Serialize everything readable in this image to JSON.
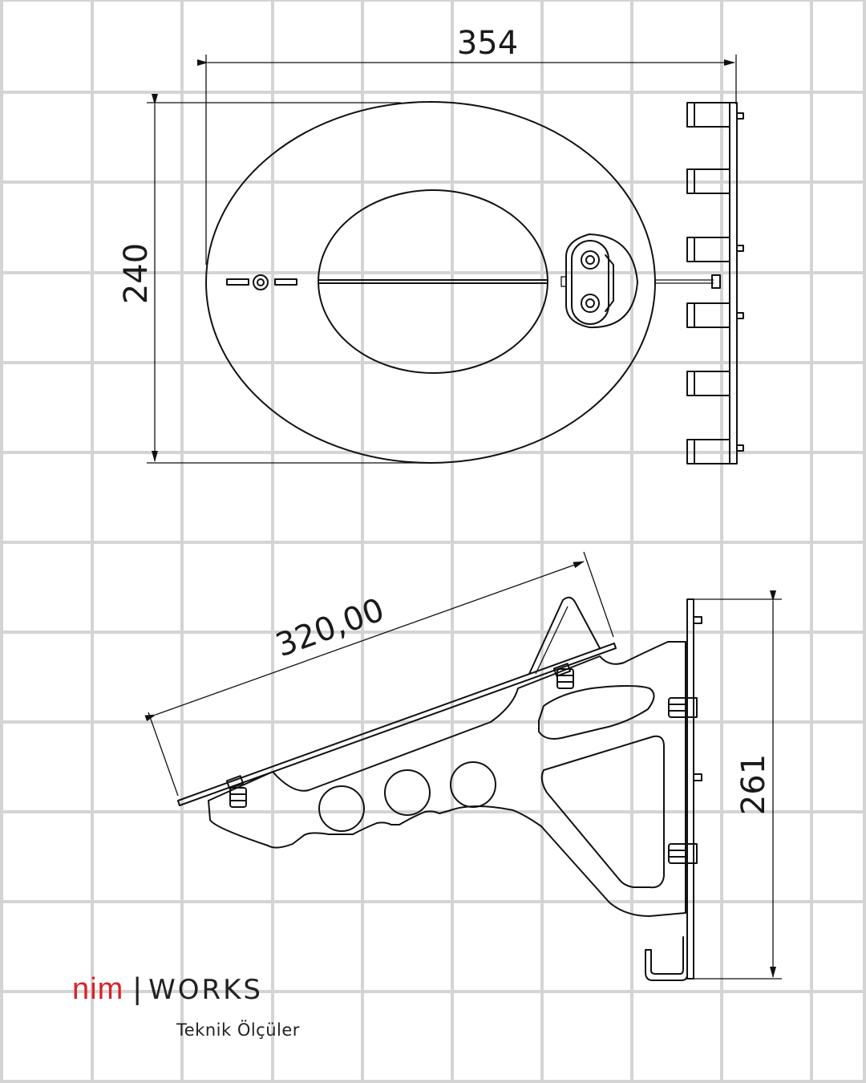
{
  "dimensions": {
    "top_width": "354",
    "top_height": "240",
    "side_length": "320,00",
    "side_height": "261"
  },
  "brand": {
    "name_part1": "nim",
    "separator": "|",
    "name_part2": "WORKS",
    "tagline": "Teknik Ölçüler",
    "accent_color": "#d8232a",
    "text_color": "#222222"
  },
  "colors": {
    "grid": "#d4d4d4",
    "line": "#111111",
    "background": "#ffffff"
  }
}
